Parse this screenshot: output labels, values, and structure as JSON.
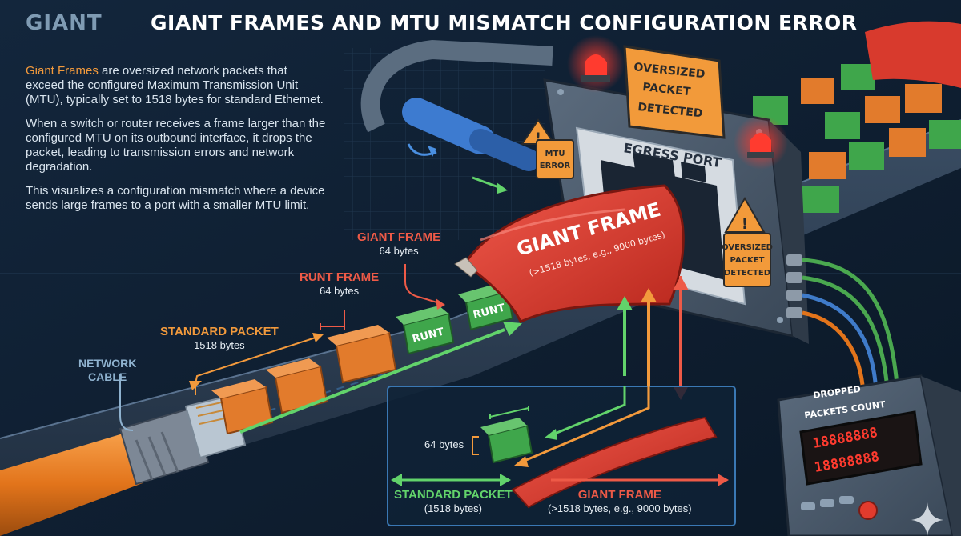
{
  "header": {
    "tag": "GIANT",
    "title": "GIANT FRAMES AND MTU MISMATCH CONFIGURATION ERROR"
  },
  "intro": {
    "lead_term": "Giant Frames",
    "lead_rest": " are oversized network packets that exceed the configured Maximum Transmission Unit (MTU), typically set to 1518 bytes for standard Ethernet.",
    "p2": "When a switch or router receives a frame larger than the configured MTU on its outbound interface, it drops the packet, leading to transmission errors and network degradation.",
    "p3": "This visualizes a configuration mismatch where a device sends large frames to a port with a smaller MTU limit."
  },
  "labels": {
    "network_cable": "NETWORK\nCABLE",
    "standard_packet": {
      "title": "STANDARD PACKET",
      "size": "1518 bytes"
    },
    "runt_frame": {
      "title": "RUNT FRAME",
      "size": "64 bytes"
    },
    "giant_frame_top": {
      "title": "GIANT FRAME",
      "size": "64 bytes"
    },
    "runt_block": "RUNT",
    "giant_bag_title": "GIANT FRAME",
    "giant_bag_sub": "(>1518 bytes, e.g., 9000 bytes)"
  },
  "switch": {
    "egress_port": "EGRESS PORT",
    "oversized_sign": [
      "OVERSIZED",
      "PACKET",
      "DETECTED"
    ],
    "mtu_error": [
      "MTU",
      "ERROR"
    ],
    "side_warning": [
      "OVERSIZED",
      "PACKET",
      "DETECTED"
    ]
  },
  "counter": {
    "title": [
      "DROPPED",
      "PACKETS COUNT"
    ],
    "readout_top": "18888888",
    "readout_bottom": "18888888"
  },
  "inset": {
    "small_size": "64 bytes",
    "standard": {
      "title": "STANDARD PACKET",
      "size": "(1518 bytes)"
    },
    "giant": {
      "title": "GIANT FRAME",
      "size": "(>1518 bytes, e.g., 9000 bytes)"
    }
  },
  "colors": {
    "background": "#0f1e30",
    "orange": "#f39a3c",
    "green": "#62d36b",
    "red": "#ee5a47",
    "steel": "#4a5a6c"
  },
  "icons": [
    "warning-icon",
    "alarm-light-icon",
    "sparkle-icon"
  ]
}
